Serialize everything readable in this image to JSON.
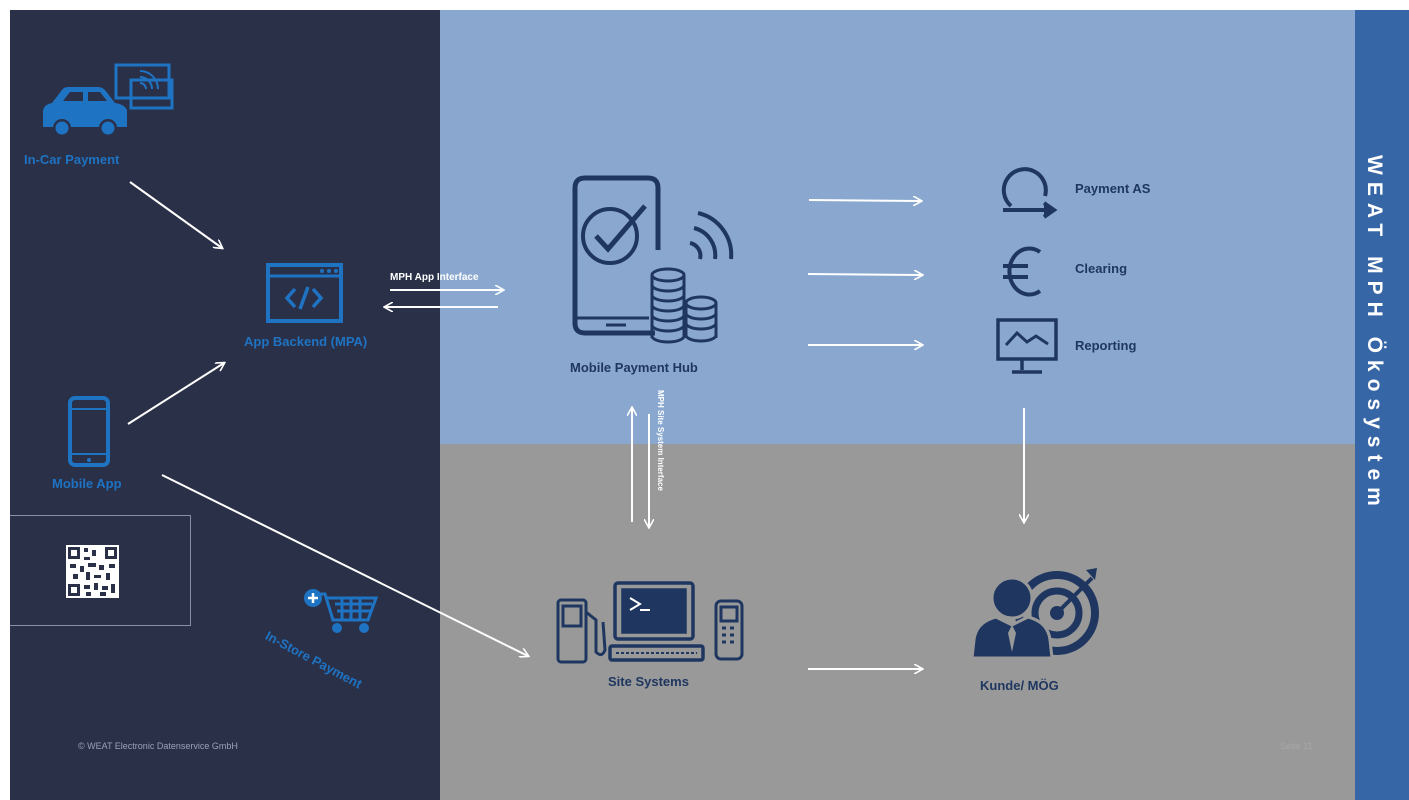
{
  "title": "WEAT MPH Ökosystem",
  "nodes": {
    "in_car_payment": "In-Car Payment",
    "app_backend": "App Backend  (MPA)",
    "mobile_app": "Mobile App",
    "in_store_payment": "In-Store Payment",
    "mobile_payment_hub": "Mobile Payment Hub",
    "payment_as": "Payment AS",
    "clearing": "Clearing",
    "reporting": "Reporting",
    "site_systems": "Site Systems",
    "kunde_moeg": "Kunde/ MÖG"
  },
  "interfaces": {
    "app_interface": "MPH App Interface",
    "site_interface": "MPH Site System Interface"
  },
  "footer": {
    "copyright": "© WEAT Electronic Datenservice GmbH",
    "page": "Seite 11"
  },
  "colors": {
    "left_panel": "#2b3049",
    "top_panel": "#8aa8cf",
    "bottom_panel": "#999999",
    "right_bar": "#3766a6",
    "accent_blue": "#1e73c2",
    "icon_navy": "#1f3760"
  }
}
